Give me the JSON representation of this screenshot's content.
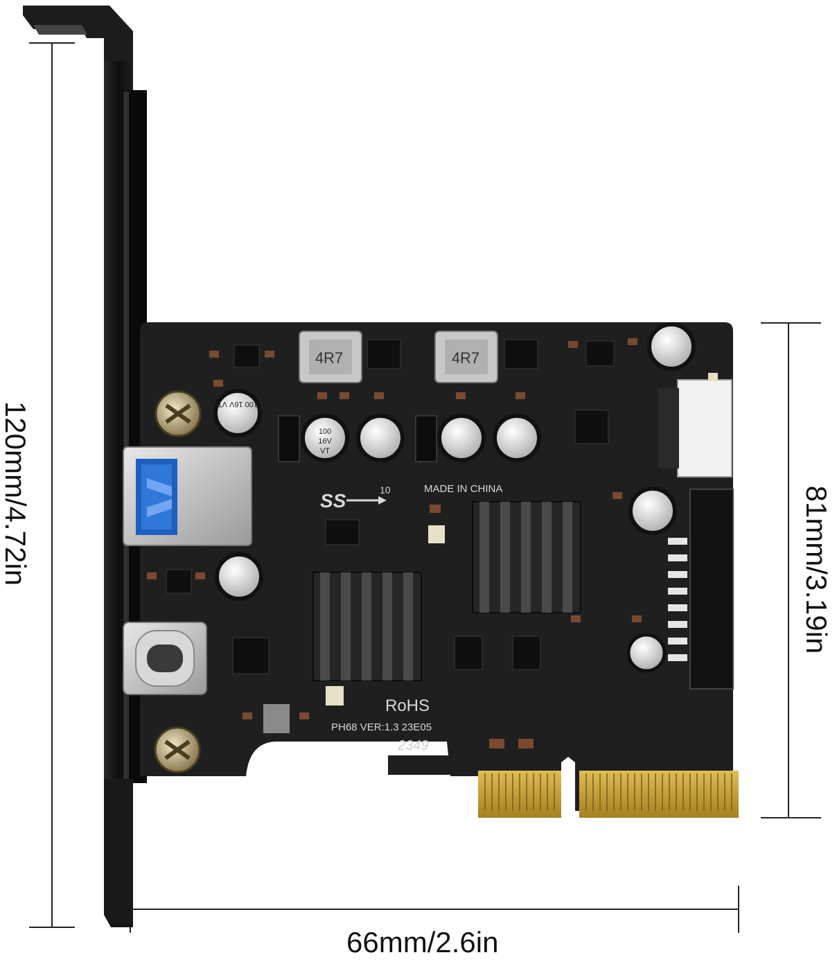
{
  "dimensions": {
    "height": "120mm/4.72in",
    "card_height": "81mm/3.19in",
    "width": "66mm/2.6in"
  },
  "board_print": {
    "inductor_1": "4R7",
    "inductor_2": "4R7",
    "cap_rating": [
      "100",
      "16V",
      "VT"
    ],
    "usb_logo": "SS",
    "usb_logo_sub": "10",
    "made_in": "MADE IN CHINA",
    "rohs": "RoHS",
    "version": "PH68  VER:1.3  23E05",
    "batch": "2349"
  },
  "colors": {
    "pcb": "#1f1f1f",
    "bracket": "#141414",
    "gold": "#c9a23a",
    "usb_blue": "#1e5fbf"
  }
}
